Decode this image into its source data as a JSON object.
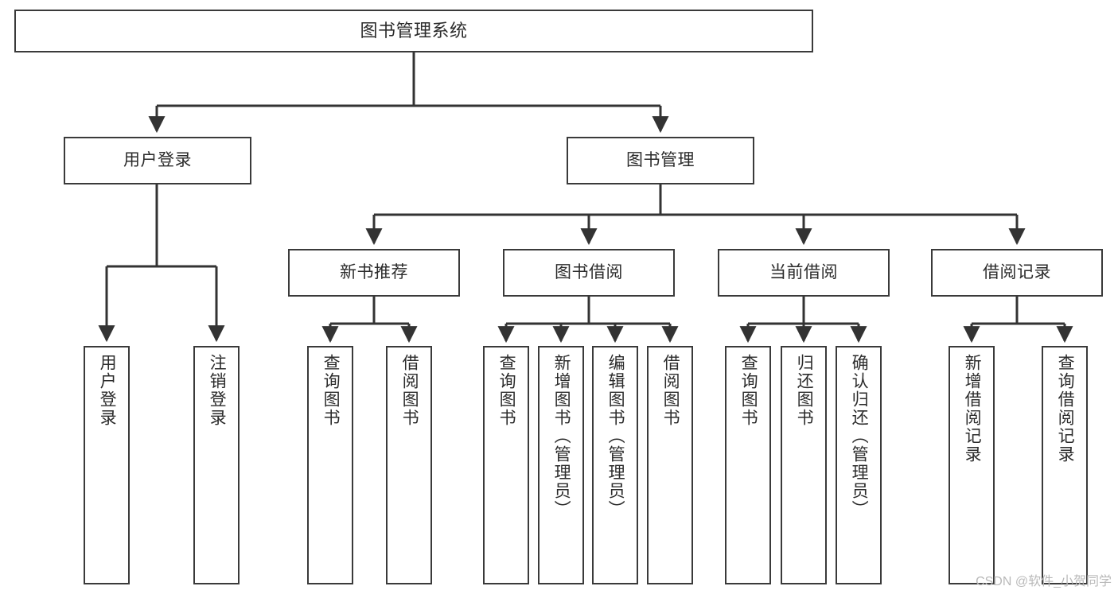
{
  "diagram": {
    "type": "tree",
    "title": "图书管理系统",
    "levels": 4,
    "nodes": {
      "root": {
        "label": "图书管理系统"
      },
      "level2": [
        {
          "id": "user-login",
          "label": "用户登录"
        },
        {
          "id": "book-manage",
          "label": "图书管理"
        }
      ],
      "level3": [
        {
          "id": "new-book-recommend",
          "label": "新书推荐"
        },
        {
          "id": "book-borrow",
          "label": "图书借阅"
        },
        {
          "id": "current-borrow",
          "label": "当前借阅"
        },
        {
          "id": "borrow-record",
          "label": "借阅记录"
        }
      ],
      "leaves": [
        {
          "id": "leaf-user-login",
          "label": "用户登录",
          "parent": "user-login"
        },
        {
          "id": "leaf-logout",
          "label": "注销登录",
          "parent": "user-login"
        },
        {
          "id": "leaf-query-book-1",
          "label": "查询图书",
          "parent": "new-book-recommend"
        },
        {
          "id": "leaf-borrow-book-1",
          "label": "借阅图书",
          "parent": "new-book-recommend"
        },
        {
          "id": "leaf-query-book-2",
          "label": "查询图书",
          "parent": "book-borrow"
        },
        {
          "id": "leaf-add-book",
          "label": "新增图书（管理员）",
          "parent": "book-borrow"
        },
        {
          "id": "leaf-edit-book",
          "label": "编辑图书（管理员）",
          "parent": "book-borrow"
        },
        {
          "id": "leaf-borrow-book-2",
          "label": "借阅图书",
          "parent": "book-borrow"
        },
        {
          "id": "leaf-query-book-3",
          "label": "查询图书",
          "parent": "current-borrow"
        },
        {
          "id": "leaf-return-book",
          "label": "归还图书",
          "parent": "current-borrow"
        },
        {
          "id": "leaf-confirm-return",
          "label": "确认归还（管理员）",
          "parent": "current-borrow"
        },
        {
          "id": "leaf-add-record",
          "label": "新增借阅记录",
          "parent": "borrow-record"
        },
        {
          "id": "leaf-query-record",
          "label": "查询借阅记录",
          "parent": "borrow-record"
        }
      ]
    },
    "colors": {
      "box_border": "#3a3a3a",
      "box_fill": "#ffffff",
      "connector": "#333333",
      "text": "#2b2b2b",
      "watermark": "#b9b9b9",
      "background": "#ffffff"
    }
  },
  "watermark": {
    "text": "CSDN @软件_小贺同学"
  }
}
